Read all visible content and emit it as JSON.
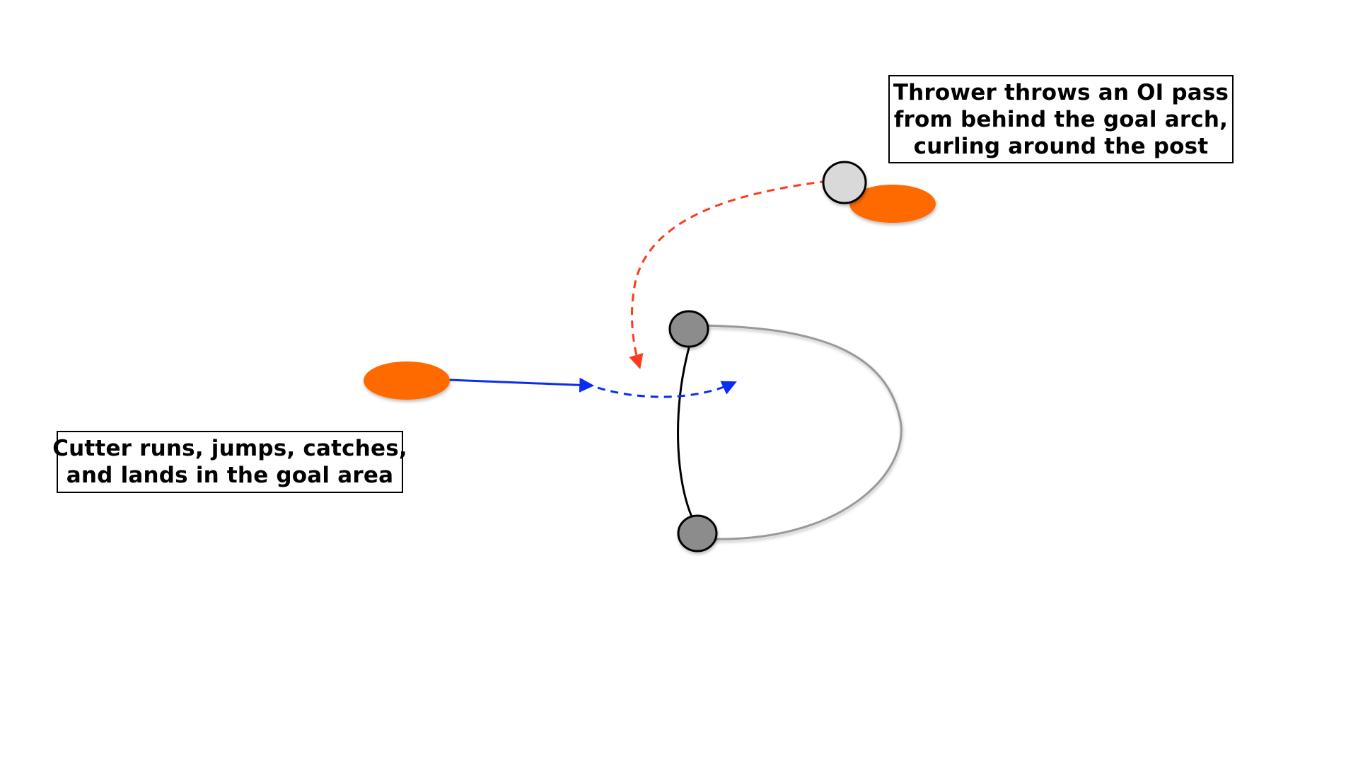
{
  "colors": {
    "background": "#ffffff",
    "player_orange": "#ff6a00",
    "goal_post_fill": "#8c8c8c",
    "thrower_disc_fill": "#d9d9d9",
    "goal_line": "#000000",
    "goal_area_curve": "#999999",
    "throw_path": "#ff3b1f",
    "cutter_path": "#0a2cf5"
  },
  "callouts": {
    "thrower": {
      "lines": [
        "Thrower throws an OI pass",
        "from behind the goal arch,",
        "curling around the post"
      ]
    },
    "cutter": {
      "lines": [
        "Cutter runs, jumps, catches,",
        "and lands in the goal area"
      ]
    }
  },
  "icons": {
    "goal_post": "goal-post-icon",
    "player": "player-marker-icon",
    "disc": "disc-icon"
  }
}
